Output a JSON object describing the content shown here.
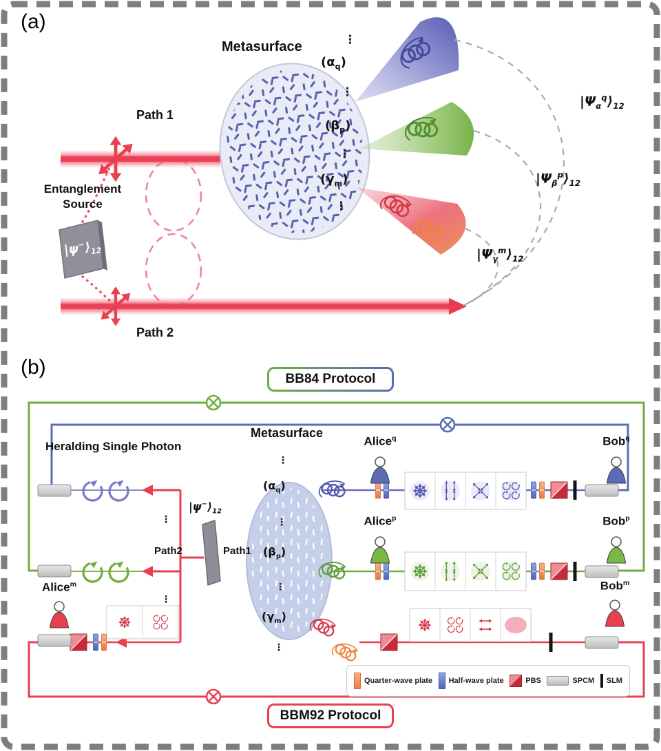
{
  "panel_a": {
    "label": "(a)",
    "metasurface_label": "Metasurface",
    "path1_label": "Path 1",
    "path2_label": "Path 2",
    "source_label_line1": "Entanglement",
    "source_label_line2": "Source",
    "psi_state": {
      "pre": "|ψ",
      "sup": "−",
      "ket": "⟩",
      "sub": "12"
    },
    "dots": "⋮",
    "modes": {
      "alpha": {
        "pre": "(α",
        "sub": "q",
        "post": ")"
      },
      "beta": {
        "pre": "(β",
        "sub": "p",
        "post": ")"
      },
      "gamma": {
        "pre": "(γ",
        "sub": "m",
        "post": ")"
      }
    },
    "states": {
      "alpha": {
        "pre": "|Ψ",
        "sub": "α",
        "sup": "q",
        "ket": "⟩",
        "idx": "12"
      },
      "beta": {
        "pre": "|Ψ",
        "sub": "β",
        "sup": "p",
        "ket": "⟩",
        "idx": "12"
      },
      "gamma": {
        "pre": "|Ψ",
        "sub": "γ",
        "sup": "m",
        "ket": "⟩",
        "idx": "12"
      }
    }
  },
  "panel_b": {
    "label": "(b)",
    "bb84_label": "BB84 Protocol",
    "bbm92_label": "BBM92 Protocol",
    "heralding_label": "Heralding Single Photon",
    "metasurface_label": "Metasurface",
    "psi_state": {
      "pre": "|ψ",
      "sup": "−",
      "ket": "⟩",
      "sub": "12"
    },
    "path2_label": "Path2",
    "path1_label": "Path1",
    "dots": "⋮",
    "xor_symbol": "⊗",
    "modes": {
      "alpha": {
        "pre": "(α",
        "sub": "q",
        "post": ")"
      },
      "beta": {
        "pre": "(β",
        "sub": "p",
        "post": ")"
      },
      "gamma": {
        "pre": "(γ",
        "sub": "m",
        "post": ")"
      }
    },
    "parties": {
      "alice": "Alice",
      "bob": "Bob",
      "sup_q": "q",
      "sup_p": "p",
      "sup_m": "m"
    }
  },
  "legend": {
    "items": [
      {
        "icon": "quarter-wave-plate-icon",
        "label": "Quarter-wave plate",
        "color": "#ec7f45"
      },
      {
        "icon": "half-wave-plate-icon",
        "label": "Half-wave plate",
        "color": "#4a63bd"
      },
      {
        "icon": "pbs-icon",
        "label": "PBS",
        "color": "#c62b3c"
      },
      {
        "icon": "spcm-icon",
        "label": "SPCM",
        "color": "#cfcfcf"
      },
      {
        "icon": "slm-icon",
        "label": "SLM",
        "color": "#121212"
      }
    ]
  },
  "colors": {
    "purple_channel": "#5b5fb5",
    "green_channel": "#6fae3e",
    "red_channel": "#e8404e",
    "orange_accent": "#ef8440",
    "beam_red": "#e83a50",
    "dashed_gray": "#aaaaaa",
    "frame_gray": "#7e7e7e"
  }
}
